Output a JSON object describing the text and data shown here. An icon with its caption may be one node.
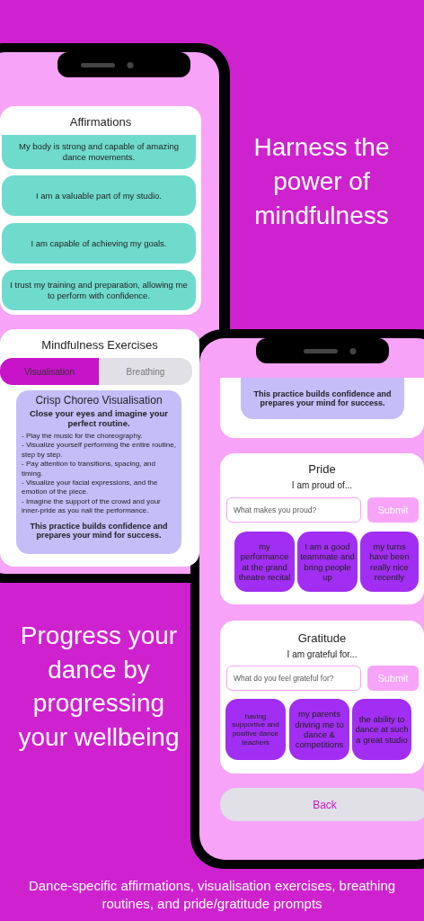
{
  "diagram": {
    "caption": "Dance-specific affirmations, visualisation exercises, breathing routines, and pride/gratitude prompts",
    "nodes": [
      {
        "text": [
          "Affirmations"
        ]
      },
      {
        "text": [
          "My body is strong and capable of amazing dance movements."
        ],
        "in": 0
      },
      {
        "text": [
          "I am a valuable part of my studio."
        ],
        "in": 0
      },
      {
        "text": [
          "I am capable of achieving my goals."
        ],
        "in": 0
      },
      {
        "text": [
          "I trust my training and preparation, allowing me to perform with confidence."
        ],
        "in": 0
      },
      {
        "text": [
          "Mindfulness Exercises"
        ]
      },
      {
        "text": [
          "Visualisation"
        ],
        "in": 5
      },
      {
        "text": [
          "Breathing"
        ],
        "in": 5
      },
      {
        "text": [
          "Crisp Choreo Visualisation",
          "Close your eyes and imagine your perfect routine.",
          "- Play the music for the choreography.",
          "- Visualize yourself performing the entire routine, step by step.",
          "- Pay attention to transitions, spacing, and timing.",
          "- Visualize your facial expressions, and the emotion of the piece.",
          "- Imagine the support of the crowd and your inner-pride as you nail the performance.",
          "This practice builds confidence and prepares your mind for success."
        ],
        "in": 5
      },
      {
        "text": [],
        "shape": "box"
      },
      {
        "text": [
          "This practice builds confidence and prepares your mind for success."
        ],
        "in": 9
      },
      {
        "text": [
          "Pride",
          "I am proud of..."
        ]
      },
      {
        "text": [
          "What makes you proud?"
        ],
        "in": 11
      },
      {
        "text": [
          "Submit"
        ],
        "in": 11
      },
      {
        "text": [
          "my performance at the grand theatre recital"
        ],
        "in": 11
      },
      {
        "text": [
          "I am a good teammate and bring people up"
        ],
        "in": 11
      },
      {
        "text": [
          "my turns have been really nice recently"
        ],
        "in": 11
      },
      {
        "text": [
          "Gratitude",
          "I am grateful for..."
        ]
      },
      {
        "text": [
          "What do you feel grateful for?"
        ],
        "in": 17
      },
      {
        "text": [
          "Submit"
        ],
        "in": 17
      },
      {
        "text": [
          "having supportive and positive dance teachers"
        ],
        "in": 17
      },
      {
        "text": [
          "my parents driving me to dance & competitions"
        ],
        "in": 17
      },
      {
        "text": [
          "the ability to dance at such a great studio"
        ],
        "in": 17
      },
      {
        "text": [
          "Back"
        ]
      }
    ],
    "labels": [
      "Harness the power of mindfulness",
      "Progress your dance by progressing your wellbeing"
    ]
  }
}
